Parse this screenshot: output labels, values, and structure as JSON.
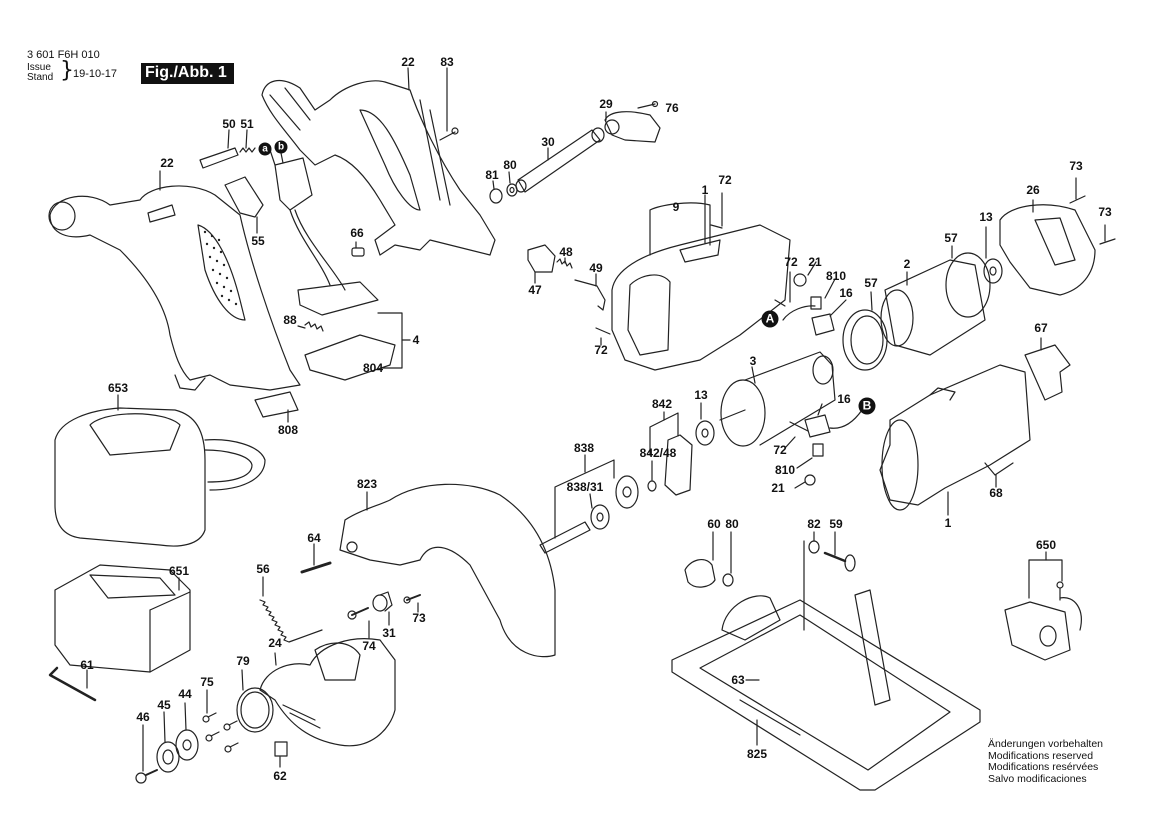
{
  "header": {
    "part_number": "3 601 F6H 010",
    "issue_label_en": "Issue",
    "issue_label_de": "Stand",
    "issue_date": "19-10-17",
    "figure_label": "Fig./Abb. 1"
  },
  "footer": {
    "lines": [
      "Änderungen vorbehalten",
      "Modifications reserved",
      "Modifications resérvées",
      "Salvo modificaciones"
    ]
  },
  "callouts": {
    "a": "a",
    "b": "b",
    "A": "A",
    "B": "B"
  },
  "parts": [
    {
      "id": "p22a",
      "label": "22",
      "name": "housing-half-left"
    },
    {
      "id": "p22b",
      "label": "22",
      "name": "housing-half-right"
    },
    {
      "id": "p83",
      "label": "83",
      "name": "screw"
    },
    {
      "id": "p50",
      "label": "50",
      "name": "switch-lever"
    },
    {
      "id": "p51",
      "label": "51",
      "name": "spring"
    },
    {
      "id": "p55",
      "label": "55",
      "name": "switch-lock"
    },
    {
      "id": "p66",
      "label": "66",
      "name": "plug"
    },
    {
      "id": "p88",
      "label": "88",
      "name": "spring"
    },
    {
      "id": "p4",
      "label": "4",
      "name": "switch-assembly"
    },
    {
      "id": "p804",
      "label": "804",
      "name": "contact-plate"
    },
    {
      "id": "p808",
      "label": "808",
      "name": "label"
    },
    {
      "id": "p29",
      "label": "29",
      "name": "clamping-lever"
    },
    {
      "id": "p76",
      "label": "76",
      "name": "screw"
    },
    {
      "id": "p30",
      "label": "30",
      "name": "shaft"
    },
    {
      "id": "p80a",
      "label": "80",
      "name": "washer"
    },
    {
      "id": "p81",
      "label": "81",
      "name": "washer"
    },
    {
      "id": "p1a",
      "label": "1",
      "name": "motor-housing"
    },
    {
      "id": "p72a",
      "label": "72",
      "name": "screw"
    },
    {
      "id": "p9",
      "label": "9",
      "name": "label"
    },
    {
      "id": "p47",
      "label": "47",
      "name": "button"
    },
    {
      "id": "p48",
      "label": "48",
      "name": "spring"
    },
    {
      "id": "p49",
      "label": "49",
      "name": "spindle-lock"
    },
    {
      "id": "p72b",
      "label": "72",
      "name": "screw"
    },
    {
      "id": "p72c",
      "label": "72",
      "name": "screw"
    },
    {
      "id": "p21a",
      "label": "21",
      "name": "carbon-spring"
    },
    {
      "id": "p810a",
      "label": "810",
      "name": "carbon-brush"
    },
    {
      "id": "p16a",
      "label": "16",
      "name": "brush-holder"
    },
    {
      "id": "p57a",
      "label": "57",
      "name": "ring"
    },
    {
      "id": "p2",
      "label": "2",
      "name": "field"
    },
    {
      "id": "p57b",
      "label": "57",
      "name": "ring"
    },
    {
      "id": "p13a",
      "label": "13",
      "name": "ball-bearing"
    },
    {
      "id": "p26",
      "label": "26",
      "name": "end-cap"
    },
    {
      "id": "p73a",
      "label": "73",
      "name": "screw"
    },
    {
      "id": "p73b",
      "label": "73",
      "name": "screw"
    },
    {
      "id": "p67",
      "label": "67",
      "name": "label"
    },
    {
      "id": "p3",
      "label": "3",
      "name": "armature"
    },
    {
      "id": "p16b",
      "label": "16",
      "name": "brush-holder"
    },
    {
      "id": "p72d",
      "label": "72",
      "name": "screw"
    },
    {
      "id": "p810b",
      "label": "810",
      "name": "carbon-brush"
    },
    {
      "id": "p21b",
      "label": "21",
      "name": "carbon-spring"
    },
    {
      "id": "p13b",
      "label": "13",
      "name": "ball-bearing"
    },
    {
      "id": "p842",
      "label": "842",
      "name": "bearing-plate"
    },
    {
      "id": "p842_48",
      "label": "842/48",
      "name": "needle-bearing"
    },
    {
      "id": "p838",
      "label": "838",
      "name": "spindle-assembly"
    },
    {
      "id": "p838_31",
      "label": "838/31",
      "name": "ball-bearing"
    },
    {
      "id": "p68",
      "label": "68",
      "name": "label"
    },
    {
      "id": "p1b",
      "label": "1",
      "name": "motor-housing"
    },
    {
      "id": "p653",
      "label": "653",
      "name": "battery-charger"
    },
    {
      "id": "p651",
      "label": "651",
      "name": "battery-pack"
    },
    {
      "id": "p61",
      "label": "61",
      "name": "allen-key"
    },
    {
      "id": "p823",
      "label": "823",
      "name": "blade-guard"
    },
    {
      "id": "p64",
      "label": "64",
      "name": "pin"
    },
    {
      "id": "p56",
      "label": "56",
      "name": "spring"
    },
    {
      "id": "p74",
      "label": "74",
      "name": "screw"
    },
    {
      "id": "p31",
      "label": "31",
      "name": "bushing"
    },
    {
      "id": "p73c",
      "label": "73",
      "name": "screw"
    },
    {
      "id": "p24",
      "label": "24",
      "name": "lower-guard"
    },
    {
      "id": "p79",
      "label": "79",
      "name": "ring"
    },
    {
      "id": "p62",
      "label": "62",
      "name": "label"
    },
    {
      "id": "p75",
      "label": "75",
      "name": "screw"
    },
    {
      "id": "p44",
      "label": "44",
      "name": "flange"
    },
    {
      "id": "p45",
      "label": "45",
      "name": "clamping-flange"
    },
    {
      "id": "p46",
      "label": "46",
      "name": "screw"
    },
    {
      "id": "p60",
      "label": "60",
      "name": "wing-nut"
    },
    {
      "id": "p80b",
      "label": "80",
      "name": "washer"
    },
    {
      "id": "p82",
      "label": "82",
      "name": "washer"
    },
    {
      "id": "p59",
      "label": "59",
      "name": "bolt"
    },
    {
      "id": "p63",
      "label": "63",
      "name": "pin"
    },
    {
      "id": "p825",
      "label": "825",
      "name": "base-plate"
    },
    {
      "id": "p650",
      "label": "650",
      "name": "belt-clip"
    }
  ]
}
